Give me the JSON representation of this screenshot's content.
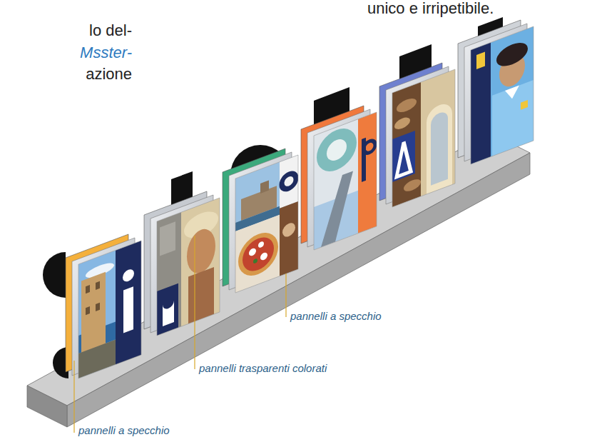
{
  "diagram": {
    "labels": [
      "unico e irripetibile.",
      "lo del-",
      "Msster-",
      "azione",
      "pannelli a specchio",
      "pannelli trasparenti colorati",
      "pannelli a specchio"
    ]
  }
}
